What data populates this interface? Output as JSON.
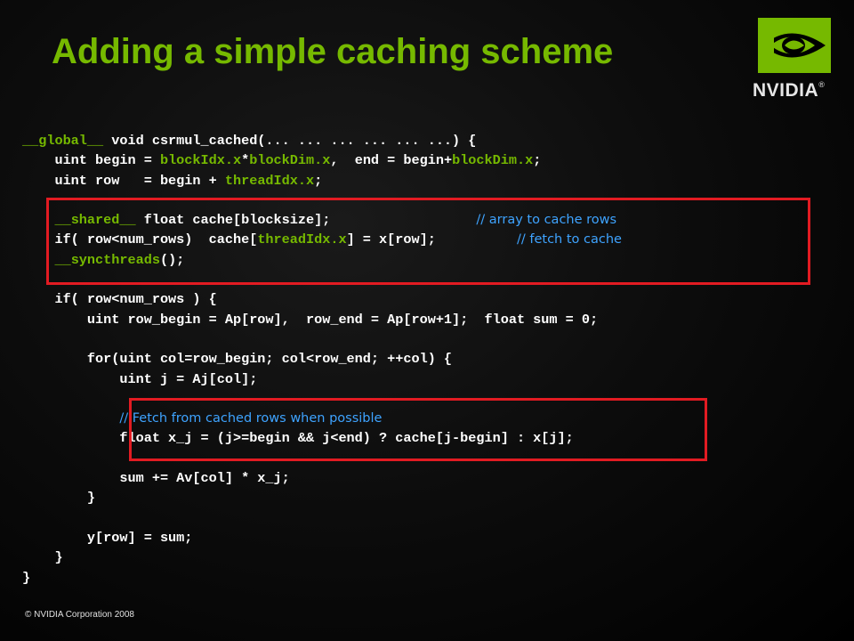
{
  "title": "Adding a simple caching scheme",
  "logo": {
    "text": "NVIDIA",
    "mark": "®"
  },
  "footer": "© NVIDIA Corporation 2008",
  "colors": {
    "accent": "#76b900",
    "comment": "#3ea3ff",
    "highlight": "#e21b22",
    "code": "#ffffff"
  },
  "code_lines": [
    [
      {
        "t": "__global__",
        "c": "kw"
      },
      {
        "t": " void csrmul_cached(... ... ... ... ... ...) {"
      }
    ],
    [
      {
        "t": "    uint begin = "
      },
      {
        "t": "blockIdx.x",
        "c": "kw"
      },
      {
        "t": "*"
      },
      {
        "t": "blockDim.x",
        "c": "kw"
      },
      {
        "t": ",  end = begin+"
      },
      {
        "t": "blockDim.x",
        "c": "kw"
      },
      {
        "t": ";"
      }
    ],
    [
      {
        "t": "    uint row   = begin + "
      },
      {
        "t": "threadIdx.x",
        "c": "kw"
      },
      {
        "t": ";"
      }
    ],
    [
      {
        "t": ""
      }
    ],
    [
      {
        "t": "    "
      },
      {
        "t": "__shared__",
        "c": "kw"
      },
      {
        "t": " float cache[blocksize];                  "
      },
      {
        "t": "// array to cache rows",
        "c": "cm"
      }
    ],
    [
      {
        "t": "    if( row<num_rows)  cache["
      },
      {
        "t": "threadIdx.x",
        "c": "kw"
      },
      {
        "t": "] = x[row];          "
      },
      {
        "t": "// fetch to cache",
        "c": "cm"
      }
    ],
    [
      {
        "t": "    "
      },
      {
        "t": "__syncthreads",
        "c": "kw"
      },
      {
        "t": "();"
      }
    ],
    [
      {
        "t": ""
      }
    ],
    [
      {
        "t": "    if( row<num_rows ) {"
      }
    ],
    [
      {
        "t": "        uint row_begin = Ap[row],  row_end = Ap[row+1];  float sum = 0;"
      }
    ],
    [
      {
        "t": ""
      }
    ],
    [
      {
        "t": "        for(uint col=row_begin; col<row_end; ++col) {"
      }
    ],
    [
      {
        "t": "            uint j = Aj[col];"
      }
    ],
    [
      {
        "t": ""
      }
    ],
    [
      {
        "t": "            "
      },
      {
        "t": "// Fetch from cached rows when possible",
        "c": "cm"
      }
    ],
    [
      {
        "t": "            float x_j = (j>=begin && j<end) ? cache[j-begin] : x[j];"
      }
    ],
    [
      {
        "t": ""
      }
    ],
    [
      {
        "t": "            sum += Av[col] * x_j;"
      }
    ],
    [
      {
        "t": "        }"
      }
    ],
    [
      {
        "t": ""
      }
    ],
    [
      {
        "t": "        y[row] = sum;"
      }
    ],
    [
      {
        "t": "    }"
      }
    ],
    [
      {
        "t": "}"
      }
    ]
  ]
}
